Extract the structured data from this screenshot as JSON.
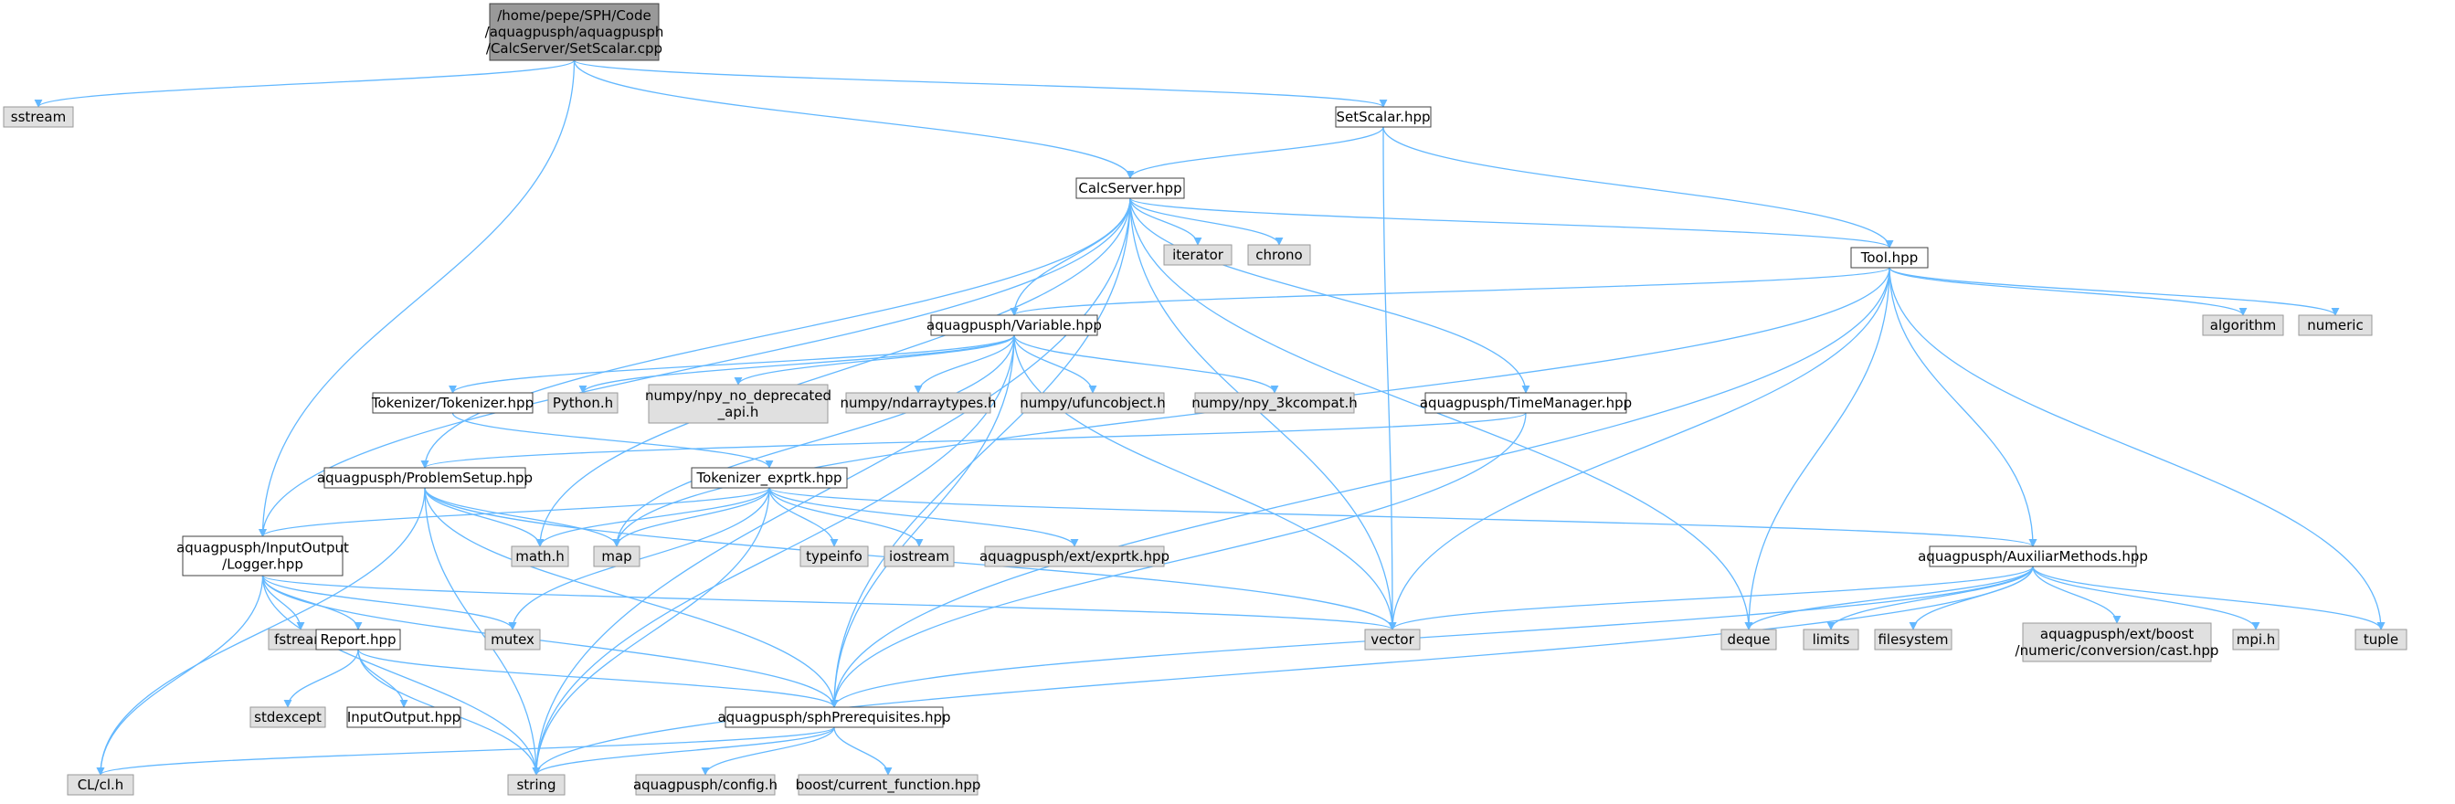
{
  "colors": {
    "root_fill": "#999999",
    "file_fill": "#ffffff",
    "system_fill": "#e0e0e0",
    "border_dark": "#404040",
    "border_system": "#999999",
    "edge": "#63b8ff"
  },
  "nodes": [
    {
      "id": "root",
      "label": "/home/pepe/SPH/Code\n/aquagpusph/aquagpusph\n/CalcServer/SetScalar.cpp",
      "kind": "root"
    },
    {
      "id": "sstream",
      "label": "sstream",
      "kind": "system"
    },
    {
      "id": "logger",
      "label": "aquagpusph/InputOutput\n/Logger.hpp",
      "kind": "file"
    },
    {
      "id": "calcserver",
      "label": "CalcServer.hpp",
      "kind": "file"
    },
    {
      "id": "setscalar",
      "label": "SetScalar.hpp",
      "kind": "file"
    },
    {
      "id": "iterator",
      "label": "iterator",
      "kind": "system"
    },
    {
      "id": "chrono",
      "label": "chrono",
      "kind": "system"
    },
    {
      "id": "tool",
      "label": "Tool.hpp",
      "kind": "file"
    },
    {
      "id": "variable",
      "label": "aquagpusph/Variable.hpp",
      "kind": "file"
    },
    {
      "id": "algorithm",
      "label": "algorithm",
      "kind": "system"
    },
    {
      "id": "numeric",
      "label": "numeric",
      "kind": "system"
    },
    {
      "id": "tokenizer",
      "label": "Tokenizer/Tokenizer.hpp",
      "kind": "file"
    },
    {
      "id": "pythonh",
      "label": "Python.h",
      "kind": "system"
    },
    {
      "id": "npydep",
      "label": "numpy/npy_no_deprecated\n_api.h",
      "kind": "system"
    },
    {
      "id": "ndarray",
      "label": "numpy/ndarraytypes.h",
      "kind": "system"
    },
    {
      "id": "ufunc",
      "label": "numpy/ufuncobject.h",
      "kind": "system"
    },
    {
      "id": "npy3k",
      "label": "numpy/npy_3kcompat.h",
      "kind": "system"
    },
    {
      "id": "timemanager",
      "label": "aquagpusph/TimeManager.hpp",
      "kind": "file"
    },
    {
      "id": "problemsetup",
      "label": "aquagpusph/ProblemSetup.hpp",
      "kind": "file"
    },
    {
      "id": "exprtk",
      "label": "Tokenizer_exprtk.hpp",
      "kind": "file"
    },
    {
      "id": "mathh",
      "label": "math.h",
      "kind": "system"
    },
    {
      "id": "map",
      "label": "map",
      "kind": "system"
    },
    {
      "id": "typeinfo",
      "label": "typeinfo",
      "kind": "system"
    },
    {
      "id": "iostream",
      "label": "iostream",
      "kind": "system"
    },
    {
      "id": "extexprtk",
      "label": "aquagpusph/ext/exprtk.hpp",
      "kind": "system"
    },
    {
      "id": "auxiliar",
      "label": "aquagpusph/AuxiliarMethods.hpp",
      "kind": "file"
    },
    {
      "id": "fstream",
      "label": "fstream",
      "kind": "system"
    },
    {
      "id": "report",
      "label": "Report.hpp",
      "kind": "file"
    },
    {
      "id": "mutex",
      "label": "mutex",
      "kind": "system"
    },
    {
      "id": "vector",
      "label": "vector",
      "kind": "system"
    },
    {
      "id": "deque",
      "label": "deque",
      "kind": "system"
    },
    {
      "id": "limits",
      "label": "limits",
      "kind": "system"
    },
    {
      "id": "filesystem",
      "label": "filesystem",
      "kind": "system"
    },
    {
      "id": "boostcast",
      "label": "aquagpusph/ext/boost\n/numeric/conversion/cast.hpp",
      "kind": "system"
    },
    {
      "id": "mpih",
      "label": "mpi.h",
      "kind": "system"
    },
    {
      "id": "tuple",
      "label": "tuple",
      "kind": "system"
    },
    {
      "id": "stdexcept",
      "label": "stdexcept",
      "kind": "system"
    },
    {
      "id": "inputoutput",
      "label": "InputOutput.hpp",
      "kind": "file"
    },
    {
      "id": "sphprereq",
      "label": "aquagpusph/sphPrerequisites.hpp",
      "kind": "file"
    },
    {
      "id": "clh",
      "label": "CL/cl.h",
      "kind": "system"
    },
    {
      "id": "string",
      "label": "string",
      "kind": "system"
    },
    {
      "id": "config",
      "label": "aquagpusph/config.h",
      "kind": "system"
    },
    {
      "id": "boostfn",
      "label": "boost/current_function.hpp",
      "kind": "system"
    }
  ],
  "edges": [
    [
      "root",
      "sstream"
    ],
    [
      "root",
      "logger"
    ],
    [
      "root",
      "calcserver"
    ],
    [
      "root",
      "setscalar"
    ],
    [
      "setscalar",
      "calcserver"
    ],
    [
      "setscalar",
      "tool"
    ],
    [
      "setscalar",
      "vector"
    ],
    [
      "calcserver",
      "iterator"
    ],
    [
      "calcserver",
      "chrono"
    ],
    [
      "calcserver",
      "tool"
    ],
    [
      "calcserver",
      "variable"
    ],
    [
      "calcserver",
      "timemanager"
    ],
    [
      "calcserver",
      "problemsetup"
    ],
    [
      "calcserver",
      "logger"
    ],
    [
      "calcserver",
      "mathh"
    ],
    [
      "calcserver",
      "vector"
    ],
    [
      "calcserver",
      "deque"
    ],
    [
      "calcserver",
      "sphprereq"
    ],
    [
      "calcserver",
      "string"
    ],
    [
      "tool",
      "variable"
    ],
    [
      "tool",
      "algorithm"
    ],
    [
      "tool",
      "numeric"
    ],
    [
      "tool",
      "auxiliar"
    ],
    [
      "tool",
      "vector"
    ],
    [
      "tool",
      "deque"
    ],
    [
      "tool",
      "tuple"
    ],
    [
      "tool",
      "sphprereq"
    ],
    [
      "tool",
      "map"
    ],
    [
      "variable",
      "tokenizer"
    ],
    [
      "variable",
      "pythonh"
    ],
    [
      "variable",
      "npydep"
    ],
    [
      "variable",
      "ndarray"
    ],
    [
      "variable",
      "ufunc"
    ],
    [
      "variable",
      "npy3k"
    ],
    [
      "variable",
      "vector"
    ],
    [
      "variable",
      "sphprereq"
    ],
    [
      "variable",
      "string"
    ],
    [
      "variable",
      "map"
    ],
    [
      "tokenizer",
      "exprtk"
    ],
    [
      "timemanager",
      "problemsetup"
    ],
    [
      "timemanager",
      "sphprereq"
    ],
    [
      "problemsetup",
      "mathh"
    ],
    [
      "problemsetup",
      "map"
    ],
    [
      "problemsetup",
      "vector"
    ],
    [
      "problemsetup",
      "sphprereq"
    ],
    [
      "problemsetup",
      "clh"
    ],
    [
      "problemsetup",
      "string"
    ],
    [
      "exprtk",
      "logger"
    ],
    [
      "exprtk",
      "mathh"
    ],
    [
      "exprtk",
      "map"
    ],
    [
      "exprtk",
      "typeinfo"
    ],
    [
      "exprtk",
      "iostream"
    ],
    [
      "exprtk",
      "extexprtk"
    ],
    [
      "exprtk",
      "auxiliar"
    ],
    [
      "exprtk",
      "mutex"
    ],
    [
      "exprtk",
      "string"
    ],
    [
      "auxiliar",
      "vector"
    ],
    [
      "auxiliar",
      "deque"
    ],
    [
      "auxiliar",
      "limits"
    ],
    [
      "auxiliar",
      "filesystem"
    ],
    [
      "auxiliar",
      "boostcast"
    ],
    [
      "auxiliar",
      "mpih"
    ],
    [
      "auxiliar",
      "tuple"
    ],
    [
      "auxiliar",
      "sphprereq"
    ],
    [
      "auxiliar",
      "string"
    ],
    [
      "logger",
      "fstream"
    ],
    [
      "logger",
      "report"
    ],
    [
      "logger",
      "mutex"
    ],
    [
      "logger",
      "vector"
    ],
    [
      "logger",
      "sphprereq"
    ],
    [
      "logger",
      "clh"
    ],
    [
      "logger",
      "string"
    ],
    [
      "report",
      "stdexcept"
    ],
    [
      "report",
      "inputoutput"
    ],
    [
      "report",
      "sphprereq"
    ],
    [
      "report",
      "string"
    ],
    [
      "sphprereq",
      "clh"
    ],
    [
      "sphprereq",
      "string"
    ],
    [
      "sphprereq",
      "config"
    ],
    [
      "sphprereq",
      "boostfn"
    ]
  ]
}
